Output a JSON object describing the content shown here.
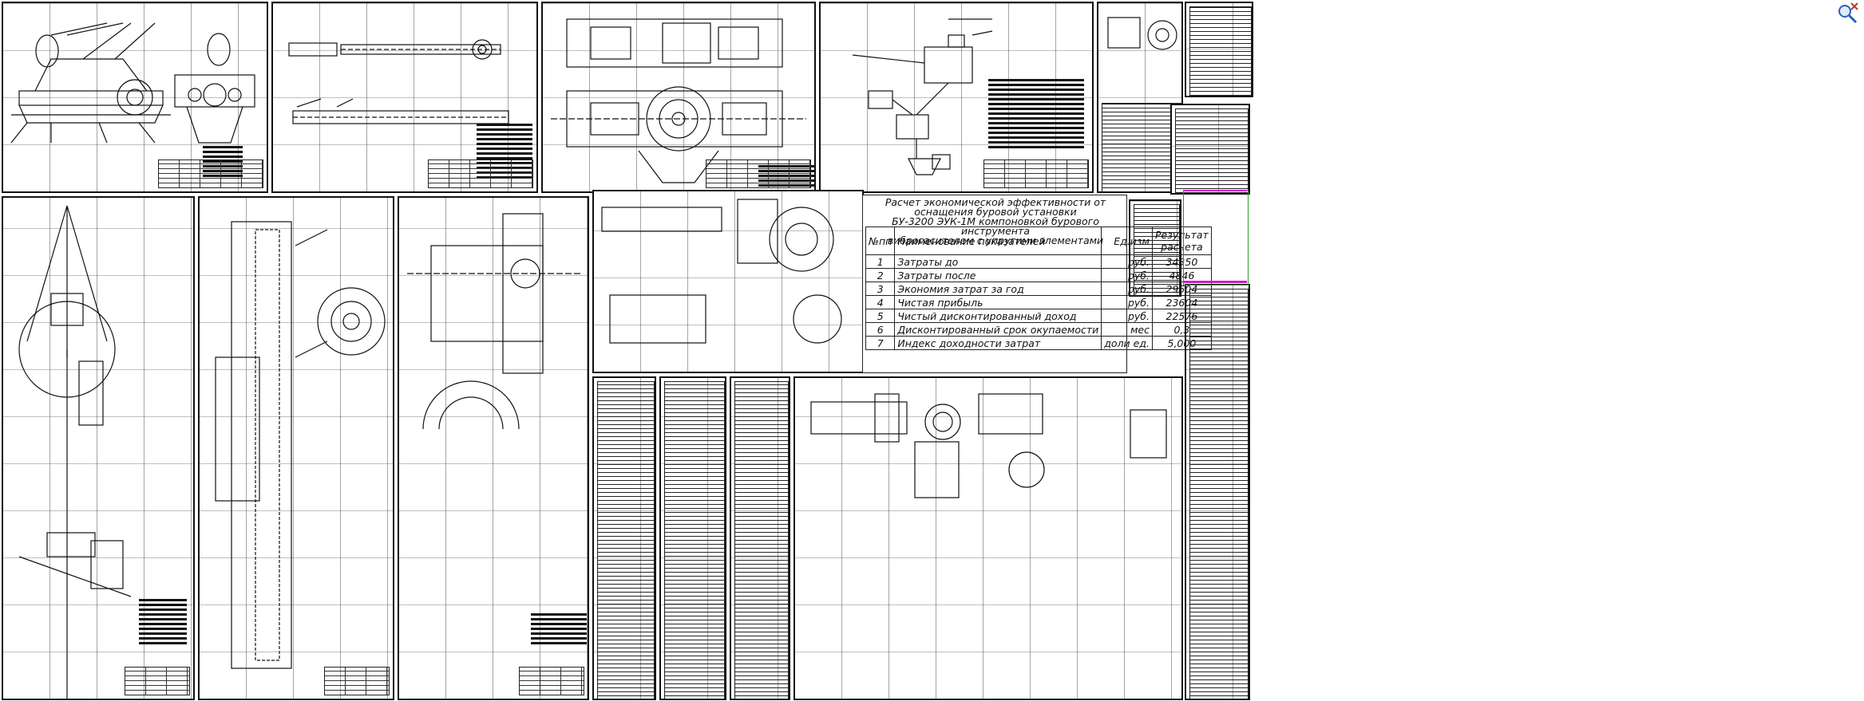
{
  "calculation": {
    "title_lines": [
      "Расчет экономической эффективности от оснащения буровой установки",
      "БУ-3200 ЭУК-1М компоновкой бурового инструмента",
      "виброгасителем с упругими элементами"
    ],
    "headers": {
      "num": "№пп",
      "name": "Наименование показателей",
      "unit": "Ед.изм",
      "result_line1": "Результат",
      "result_line2": "расчета"
    },
    "rows": [
      {
        "num": "1",
        "name": "Затраты до",
        "unit": "руб.",
        "value": "34350"
      },
      {
        "num": "2",
        "name": "Затраты после",
        "unit": "руб.",
        "value": "4846"
      },
      {
        "num": "3",
        "name": "Экономия затрат за год",
        "unit": "руб.",
        "value": "29504"
      },
      {
        "num": "4",
        "name": "Чистая прибыль",
        "unit": "руб.",
        "value": "23604"
      },
      {
        "num": "5",
        "name": "Чистый дисконтированный доход",
        "unit": "руб.",
        "value": "22576"
      },
      {
        "num": "6",
        "name": "Дисконтированный срок окупаемости",
        "unit": "мес",
        "value": "0,3"
      },
      {
        "num": "7",
        "name": "Индекс доходности затрат",
        "unit": "доли ед.",
        "value": "5,000"
      }
    ]
  },
  "colors": {
    "line": "#111111",
    "selection_green": "#2a9a2a",
    "selection_magenta": "#d01ad0",
    "toolbar_blue": "#2b5fb8",
    "toolbar_red": "#c0392b"
  },
  "icons": {
    "zoom": "zoom-icon",
    "close": "close-icon"
  }
}
